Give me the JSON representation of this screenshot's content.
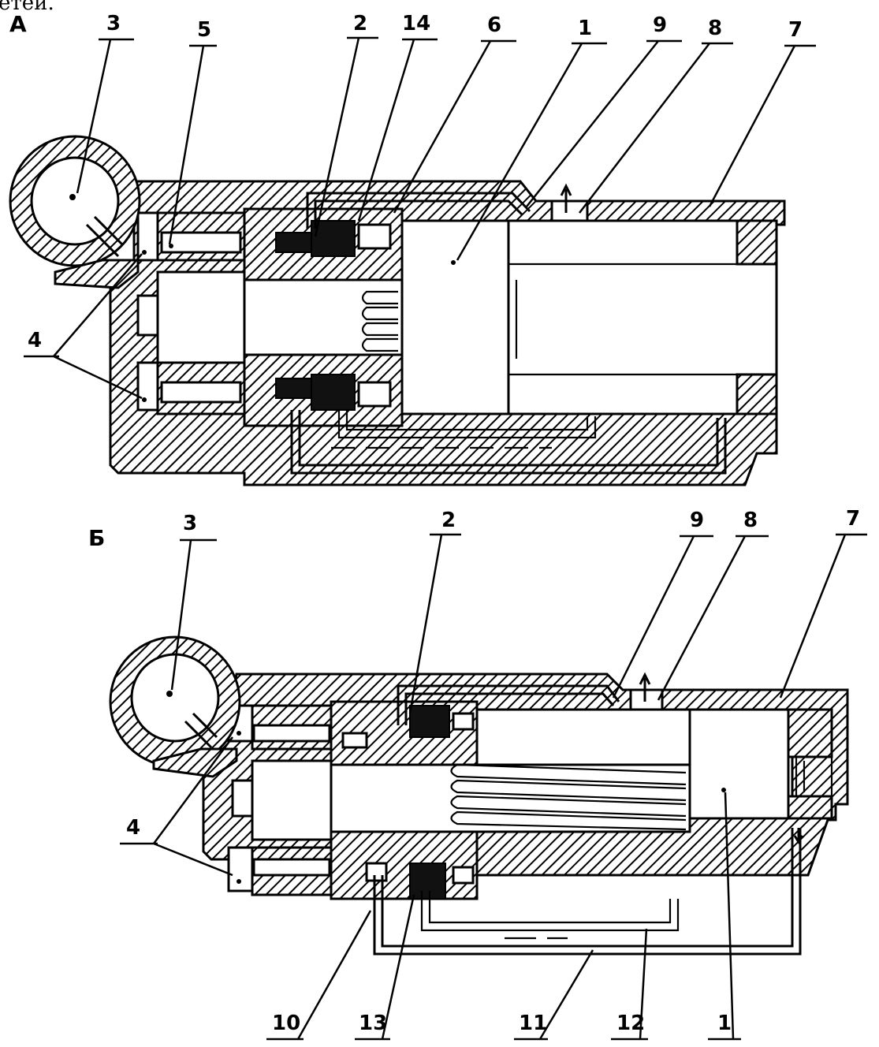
{
  "top_cut_text": "етей.",
  "section_a": {
    "title": "А",
    "labels": [
      "3",
      "5",
      "2",
      "14",
      "6",
      "1",
      "9",
      "8",
      "7",
      "4"
    ]
  },
  "section_b": {
    "title": "Б",
    "labels": [
      "3",
      "2",
      "9",
      "8",
      "7",
      "4",
      "10",
      "13",
      "11",
      "12",
      "1"
    ]
  }
}
